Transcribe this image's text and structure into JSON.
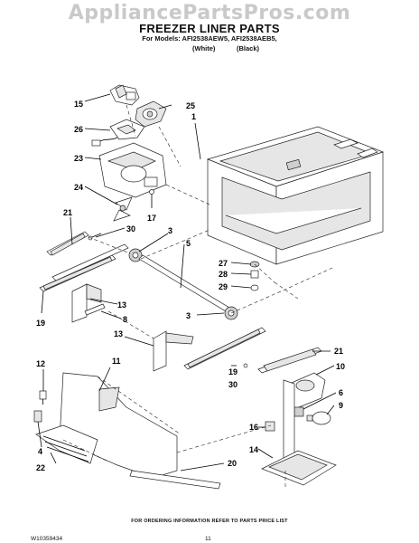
{
  "watermark": "AppliancePartsPros.com",
  "title": "FREEZER LINER PARTS",
  "models_line": "For Models: AFI2538AEW5, AFI2538AEB5,",
  "color_white": "(White)",
  "color_black": "(Black)",
  "footer_note": "FOR ORDERING INFORMATION REFER TO PARTS PRICE LIST",
  "doc_number": "W10359434",
  "page_number": "11",
  "callouts": {
    "c15": "15",
    "c25": "25",
    "c1": "1",
    "c26": "26",
    "c23": "23",
    "c24": "24",
    "c17": "17",
    "c21a": "21",
    "c30a": "30",
    "c3a": "3",
    "c5": "5",
    "c27": "27",
    "c28": "28",
    "c29": "29",
    "c19a": "19",
    "c13a": "13",
    "c8": "8",
    "c3b": "3",
    "c13b": "13",
    "c12": "12",
    "c11": "11",
    "c21b": "21",
    "c10": "10",
    "c19b": "19",
    "c30b": "30",
    "c6": "6",
    "c9": "9",
    "c16": "16",
    "c4": "4",
    "c14": "14",
    "c22": "22",
    "c20": "20"
  }
}
